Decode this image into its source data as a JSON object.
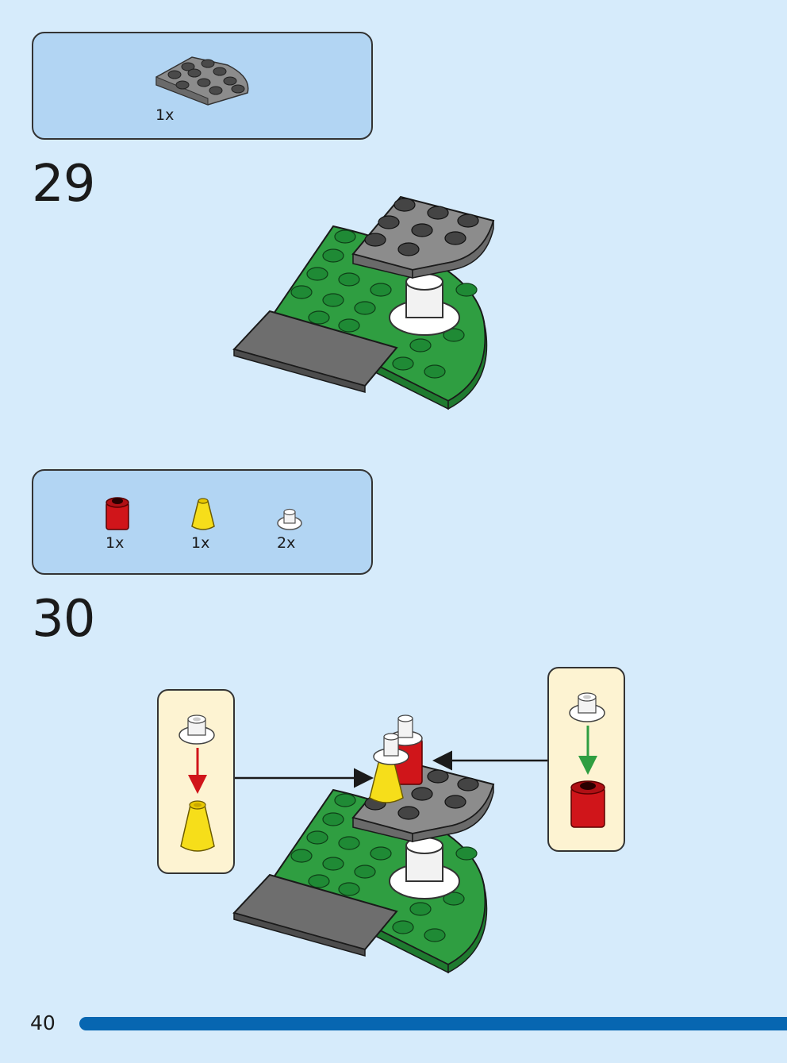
{
  "steps": [
    {
      "number": "29",
      "parts": [
        {
          "qty": "1x",
          "part": "gray-round-corner-plate-icon"
        }
      ]
    },
    {
      "number": "30",
      "parts": [
        {
          "qty": "1x",
          "part": "red-round-brick-icon"
        },
        {
          "qty": "1x",
          "part": "yellow-cone-icon"
        },
        {
          "qty": "2x",
          "part": "white-round-plate-icon"
        }
      ]
    }
  ],
  "page": {
    "number": "40"
  },
  "colors": {
    "background": "#d6ebfb",
    "parts_box": "#b2d5f3",
    "callout": "#fdf3d2",
    "progress_bar": "#0766b1",
    "green_plate": "#2f9e41",
    "gray_plate": "#8c8c8c",
    "red_part": "#d0151a",
    "yellow_part": "#f6de1a"
  }
}
